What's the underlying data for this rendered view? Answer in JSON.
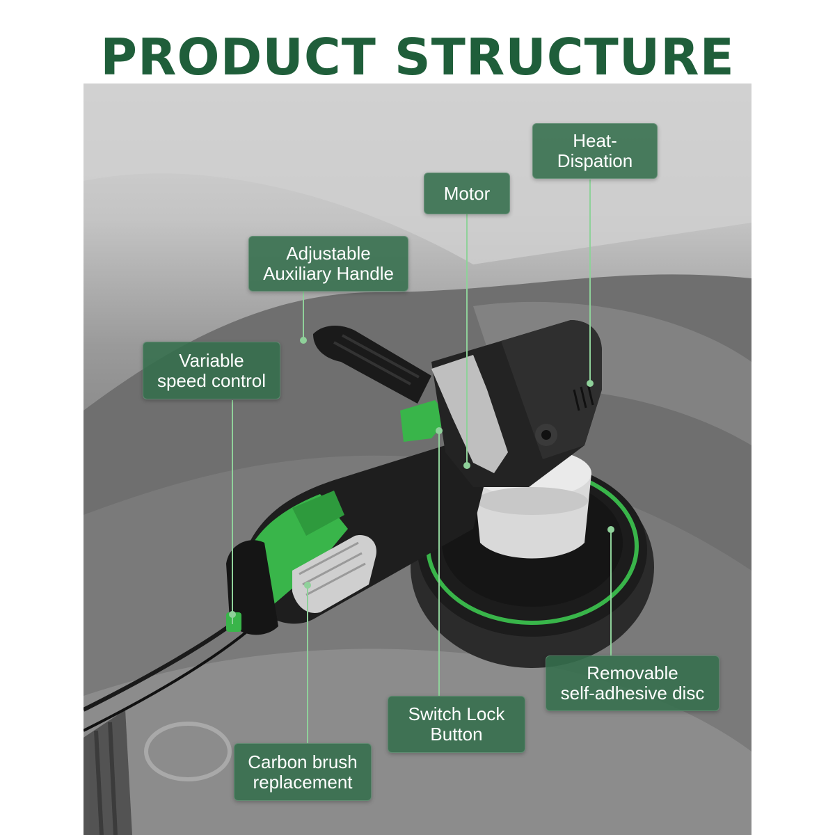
{
  "title": "PRODUCT STRUCTURE",
  "callouts": {
    "heat_dispation": "Heat-\nDispation",
    "motor": "Motor",
    "auxiliary_handle": "Adjustable\nAuxiliary Handle",
    "speed_control": "Variable\nspeed control",
    "adhesive_disc": "Removable\nself-adhesive disc",
    "switch_lock": "Switch Lock\nButton",
    "carbon_brush": "Carbon brush\nreplacement"
  },
  "colors": {
    "title": "#1f5e3a",
    "label_bg": "#346e4c",
    "leader": "#8fd19a",
    "tool_green": "#39b54a"
  }
}
